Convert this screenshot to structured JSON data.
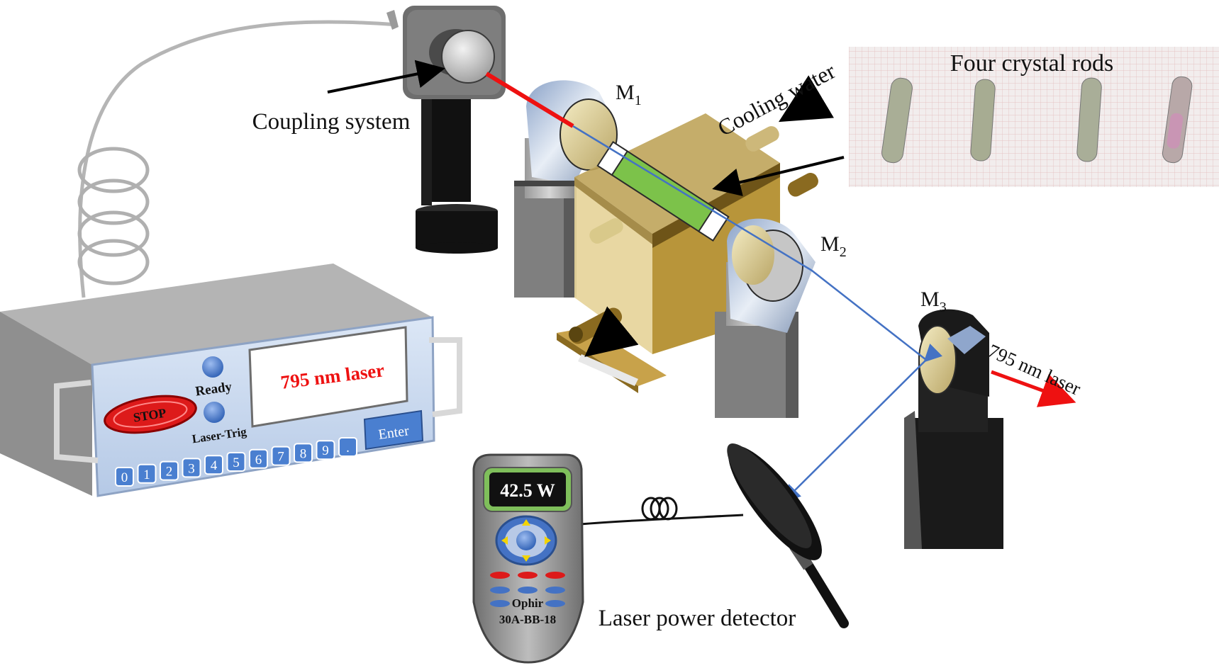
{
  "labels": {
    "coupling_system": "Coupling system",
    "cooling_water": "Cooling water",
    "four_crystal_rods": "Four crystal rods",
    "m1": "M",
    "m1_sub": "1",
    "m2": "M",
    "m2_sub": "2",
    "m3": "M",
    "m3_sub": "3",
    "output_laser": "795 nm laser",
    "laser_power_detector": "Laser power detector"
  },
  "controller": {
    "display_text": "795 nm laser",
    "stop_label": "STOP",
    "ready_label": "Ready",
    "laser_trig_label": "Laser-Trig",
    "enter_label": "Enter",
    "keys": [
      "0",
      "1",
      "2",
      "3",
      "4",
      "5",
      "6",
      "7",
      "8",
      "9",
      "."
    ]
  },
  "power_meter": {
    "reading": "42.5 W",
    "brand": "Ophir",
    "model": "30A-BB-18"
  },
  "colors": {
    "laser_red": "#ee1111",
    "beam_blue": "#4472c4",
    "crystal_green": "#7cc24a",
    "housing_gold": "#c8a24a",
    "controller_panel": "#c9d9ef",
    "stop_red": "#dd1a1a"
  }
}
